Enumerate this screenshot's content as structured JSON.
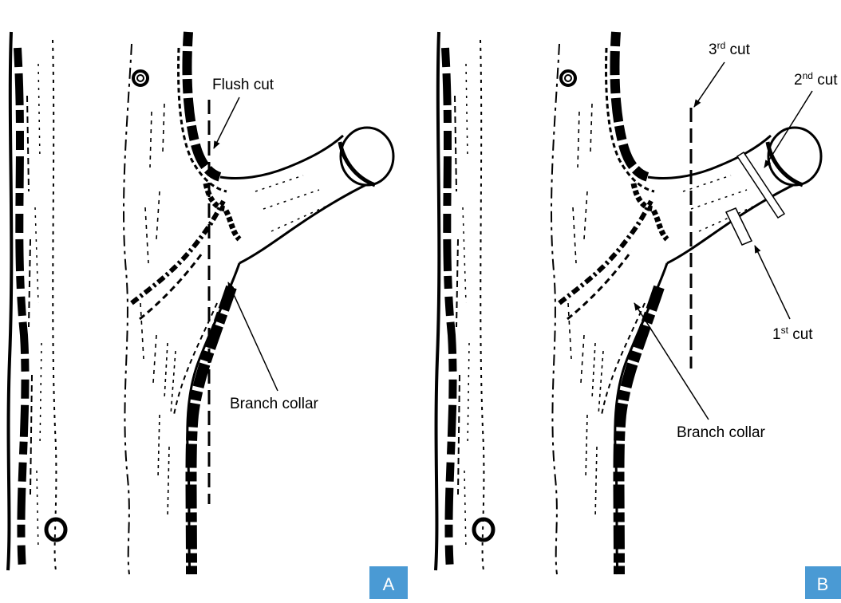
{
  "panels": [
    {
      "badge": "A",
      "labels": {
        "flush_cut": "Flush cut",
        "branch_collar": "Branch collar"
      }
    },
    {
      "badge": "B",
      "labels": {
        "cut3_num": "3",
        "cut3_sup": "rd",
        "cut3_word": " cut",
        "cut2_num": "2",
        "cut2_sup": "nd",
        "cut2_word": " cut",
        "cut1_num": "1",
        "cut1_sup": "st",
        "cut1_word": " cut",
        "branch_collar": "Branch collar"
      }
    }
  ],
  "colors": {
    "ink": "#000000",
    "badge_bg": "#4A9AD4",
    "badge_text": "#ffffff"
  }
}
